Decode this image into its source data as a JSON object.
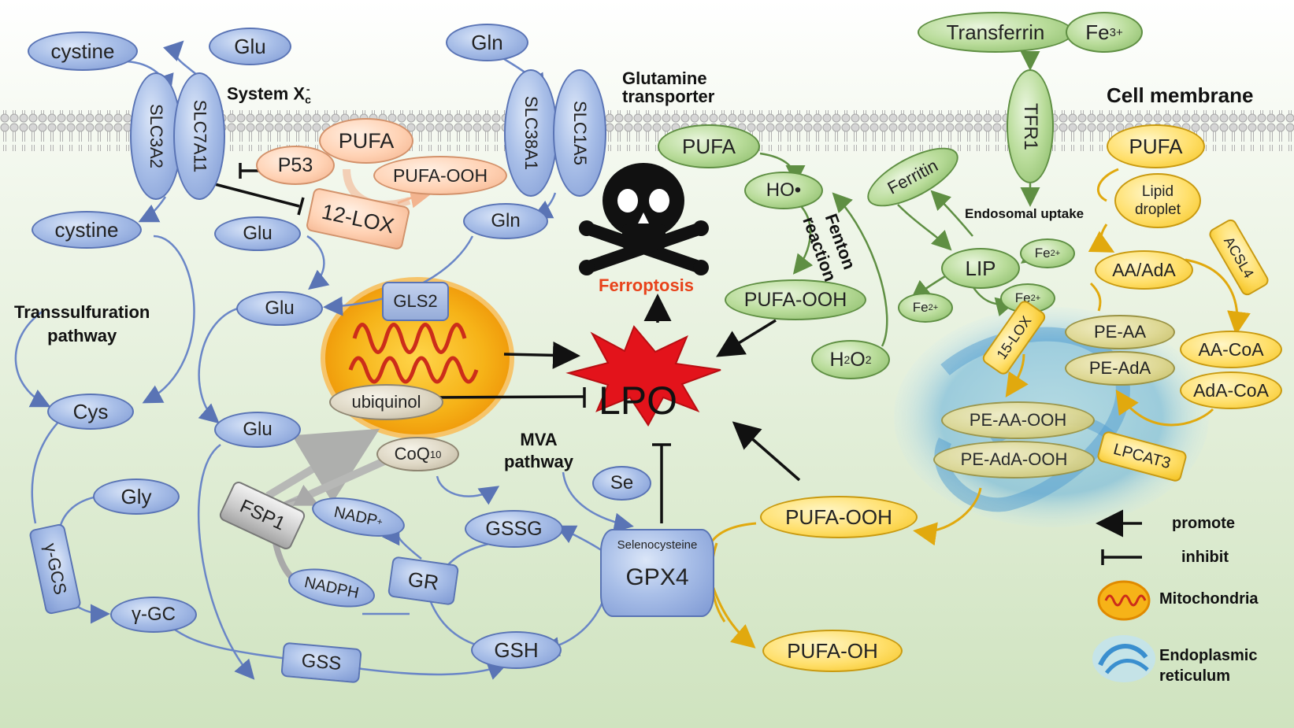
{
  "labels": {
    "system_xc": "System X",
    "system_xc_sub": "c",
    "system_xc_sup": "-",
    "glutamine_transporter_line1": "Glutamine",
    "glutamine_transporter_line2": "transporter",
    "cell_membrane": "Cell membrane",
    "transsulfuration_line1": "Transsulfuration",
    "transsulfuration_line2": "pathway",
    "ferroptosis": "Ferroptosis",
    "fenton_line1": "Fenton",
    "fenton_line2": "reaction",
    "endosomal_uptake": "Endosomal uptake",
    "mva_line1": "MVA",
    "mva_line2": "pathway"
  },
  "nodes": {
    "cystine_out": "cystine",
    "glu_out": "Glu",
    "gln_out": "Gln",
    "slc3a2": "SLC3A2",
    "slc7a11": "SLC7A11",
    "slc38a1": "SLC38A1",
    "slc1a5": "SLC1A5",
    "transferrin": "Transferrin",
    "fe3": "Fe",
    "fe3_sup": "3+",
    "tfr1": "TFR1",
    "pufa_salmon": "PUFA",
    "p53": "P53",
    "pufa_ooh_salmon": "PUFA-OOH",
    "lox12": "12-LOX",
    "cystine_in": "cystine",
    "glu_in1": "Glu",
    "gln_in": "Gln",
    "glu_in2": "Glu",
    "gls2": "GLS2",
    "cys": "Cys",
    "glu_in3": "Glu",
    "ubiquinol": "ubiquinol",
    "coq": "CoQ",
    "coq_sub": "10",
    "lpo": "LPO",
    "gly": "Gly",
    "gamma_gcs": "γ-GCS",
    "gamma_gc": "γ-GC",
    "fsp1": "FSP1",
    "nadp": "NADP",
    "nadp_sup": "+",
    "nadph": "NADPH",
    "gr": "GR",
    "gssg": "GSSG",
    "gsh": "GSH",
    "gss": "GSS",
    "se": "Se",
    "selenocysteine": "Selenocysteine",
    "gpx4": "GPX4",
    "pufa_ooh_yellow": "PUFA-OOH",
    "pufa_oh": "PUFA-OH",
    "pufa_green": "PUFA",
    "ho": "HO•",
    "pufa_ooh_green": "PUFA-OOH",
    "h2o2": "H",
    "h2o2_sub1": "2",
    "h2o2_mid": "O",
    "h2o2_sub2": "2",
    "ferritin": "Ferritin",
    "lip": "LIP",
    "fe2_a": "Fe",
    "fe2_a_sup": "2+",
    "fe2_b": "Fe",
    "fe2_b_sup": "2+",
    "fe2_c": "Fe",
    "fe2_c_sup": "2+",
    "pufa_yellow": "PUFA",
    "lipid_droplet_line1": "Lipid",
    "lipid_droplet_line2": "droplet",
    "aa_ada": "AA/AdA",
    "acsl4": "ACSL4",
    "lox15": "15-LOX",
    "pe_aa": "PE-AA",
    "pe_ada": "PE-AdA",
    "aa_coa": "AA-CoA",
    "ada_coa": "AdA-CoA",
    "pe_aa_ooh": "PE-AA-OOH",
    "pe_ada_ooh": "PE-AdA-OOH",
    "lpcat3": "LPCAT3"
  },
  "legend": {
    "promote": "promote",
    "inhibit": "inhibit",
    "mitochondria": "Mitochondria",
    "er_line1": "Endoplasmic",
    "er_line2": "reticulum"
  },
  "colors": {
    "blue_node": "#a9bfe8",
    "green_node": "#b9dc9a",
    "yellow_node": "#ffdf6a",
    "salmon_node": "#ffd2b4",
    "lpo_star": "#e3131b",
    "ferroptosis_text": "#e8431b",
    "membrane": "#c9c9c9"
  }
}
